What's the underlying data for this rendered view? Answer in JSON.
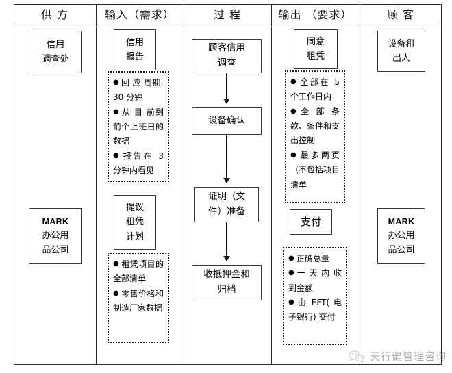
{
  "diagram": {
    "type": "sipoc",
    "columns": [
      {
        "key": "supplier",
        "header": "供  方"
      },
      {
        "key": "input",
        "header": "输入（需求）"
      },
      {
        "key": "process",
        "header": "过    程"
      },
      {
        "key": "output",
        "header": "输出 （要求）"
      },
      {
        "key": "customer",
        "header": "顾  客"
      }
    ],
    "supplier": {
      "boxes": [
        {
          "lines": [
            "信用",
            "调查处"
          ]
        },
        {
          "lines": [
            "MARK",
            "办公用",
            "品公司"
          ],
          "english_first": true
        }
      ]
    },
    "input": {
      "boxes": [
        {
          "lines": [
            "信用",
            "报告"
          ]
        },
        {
          "lines": [
            "提议",
            "租凭",
            "计划"
          ]
        }
      ],
      "requirements": [
        {
          "items": [
            "回 应 周期-30 分钟",
            "从 目 前到前个上班日的数据",
            "报告在 3 分钟内看见"
          ]
        },
        {
          "items": [
            "租凭项目的全部清单",
            "零售价格和制造厂家数据"
          ]
        }
      ]
    },
    "process": {
      "steps": [
        {
          "lines": [
            "顾客信用",
            "调查"
          ]
        },
        {
          "lines": [
            "设备确认"
          ]
        },
        {
          "lines": [
            "证明（文",
            "件）准备"
          ]
        },
        {
          "lines": [
            "收抵押金和",
            "归档"
          ]
        }
      ]
    },
    "output": {
      "boxes": [
        {
          "lines": [
            "同意",
            "租凭"
          ]
        },
        {
          "lines": [
            "支付"
          ]
        }
      ],
      "requirements": [
        {
          "items": [
            "全部在 5 个工作日内",
            "全 部 条 款、条件和支出控制",
            "最多两页 （不包括项目清单"
          ]
        },
        {
          "items": [
            "正确总量",
            "一 天 内 收到金额",
            "由 EFT( 电子银行) 交付"
          ]
        }
      ]
    },
    "customer": {
      "boxes": [
        {
          "lines": [
            "设备租",
            "出人"
          ]
        },
        {
          "lines": [
            "MARK",
            "办公用",
            "品公司"
          ],
          "english_first": true
        }
      ]
    }
  },
  "watermark": {
    "icon": "wechat-icon",
    "text": "天行健管理咨询"
  },
  "colors": {
    "line": "#2b2b2b",
    "box_border": "#3a3a3a",
    "dotted_border": "#1b1b1b",
    "text": "#000000",
    "watermark_text": "#6d6d6d",
    "background": "#ffffff"
  }
}
